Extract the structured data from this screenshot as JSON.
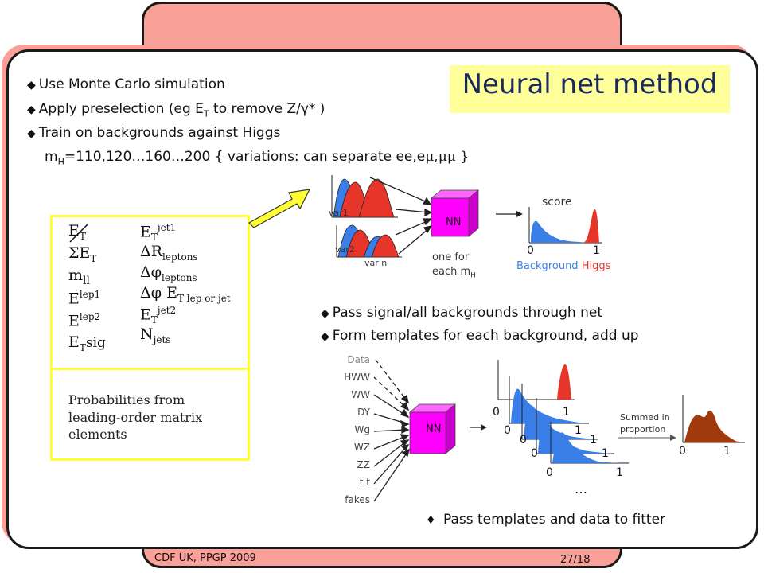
{
  "slide": {
    "title": "Neural net method",
    "footer_left": "CDF UK, PPGP 2009",
    "footer_right": "27/18"
  },
  "bullets_top": [
    "Use Monte Carlo simulation",
    "Apply preselection (eg E",
    "Train on backgrounds against Higgs"
  ],
  "bullet2_tail": " to remove Z/γ* )",
  "bullet2_sub": "T",
  "bullet2_E": "E",
  "mh_line": "=110,120…160…200 { variations: can separate ee,e",
  "mh_prefix": "m",
  "mh_sub": "H",
  "mh_end": "μ,μμ }",
  "variables": {
    "left": [
      {
        "main": "E",
        "sub": "T",
        "sup": ""
      },
      {
        "main": "ΣE",
        "sub": "T",
        "sup": ""
      },
      {
        "main": "m",
        "sub": "ll",
        "sup": ""
      },
      {
        "main": "E",
        "sub": "",
        "sup": "lep1"
      },
      {
        "main": "E",
        "sub": "",
        "sup": "lep2"
      },
      {
        "main": "E",
        "sub": "T",
        "sup": "sig"
      }
    ],
    "right": [
      {
        "main": "E",
        "sub": "T",
        "sup": "jet1"
      },
      {
        "main": "ΔR",
        "sub": "leptons",
        "sup": ""
      },
      {
        "main": "Δφ",
        "sub": "leptons",
        "sup": ""
      },
      {
        "main": "Δφ E",
        "sub": "T lep or jet",
        "sup": ""
      },
      {
        "main": "E",
        "sub": "T",
        "sup": "jet2"
      },
      {
        "main": "N",
        "sub": "jets",
        "sup": ""
      }
    ],
    "probabilities": "Probabilities from leading-order matrix elements"
  },
  "nn_top": {
    "box_label": "NN",
    "var_labels": [
      "var1",
      "var2",
      "var n"
    ],
    "one_for": "one for",
    "each_mh": "each m",
    "each_mh_sub": "H",
    "score_label": "score",
    "axis_0": "0",
    "axis_1": "1",
    "background": "Background",
    "higgs": "Higgs"
  },
  "bullets_mid": [
    "Pass signal/all backgrounds through net",
    "Form templates for each background, add up"
  ],
  "nn_bottom": {
    "box_label": "NN",
    "inputs": [
      "Data",
      "HWW",
      "WW",
      "DY",
      "Wg",
      "WZ",
      "ZZ",
      "t t",
      "fakes"
    ],
    "template_axes": [
      "0",
      "1",
      "0",
      "1",
      "0",
      "1",
      "0",
      "1",
      "0",
      "1"
    ],
    "ellipsis": "…",
    "summed": "Summed in proportion",
    "summed_axis_0": "0",
    "summed_axis_1": "1"
  },
  "bullet_bottom": "Pass templates and data to fitter",
  "colors": {
    "slide_accent": "#f9a198",
    "title_bg": "#ffff99",
    "nn_box": "#ff00ff",
    "background_blue": "#3a7ee8",
    "higgs_red": "#e8352a",
    "summed_brown": "#a0390c",
    "variable_box": "#ffff33"
  }
}
